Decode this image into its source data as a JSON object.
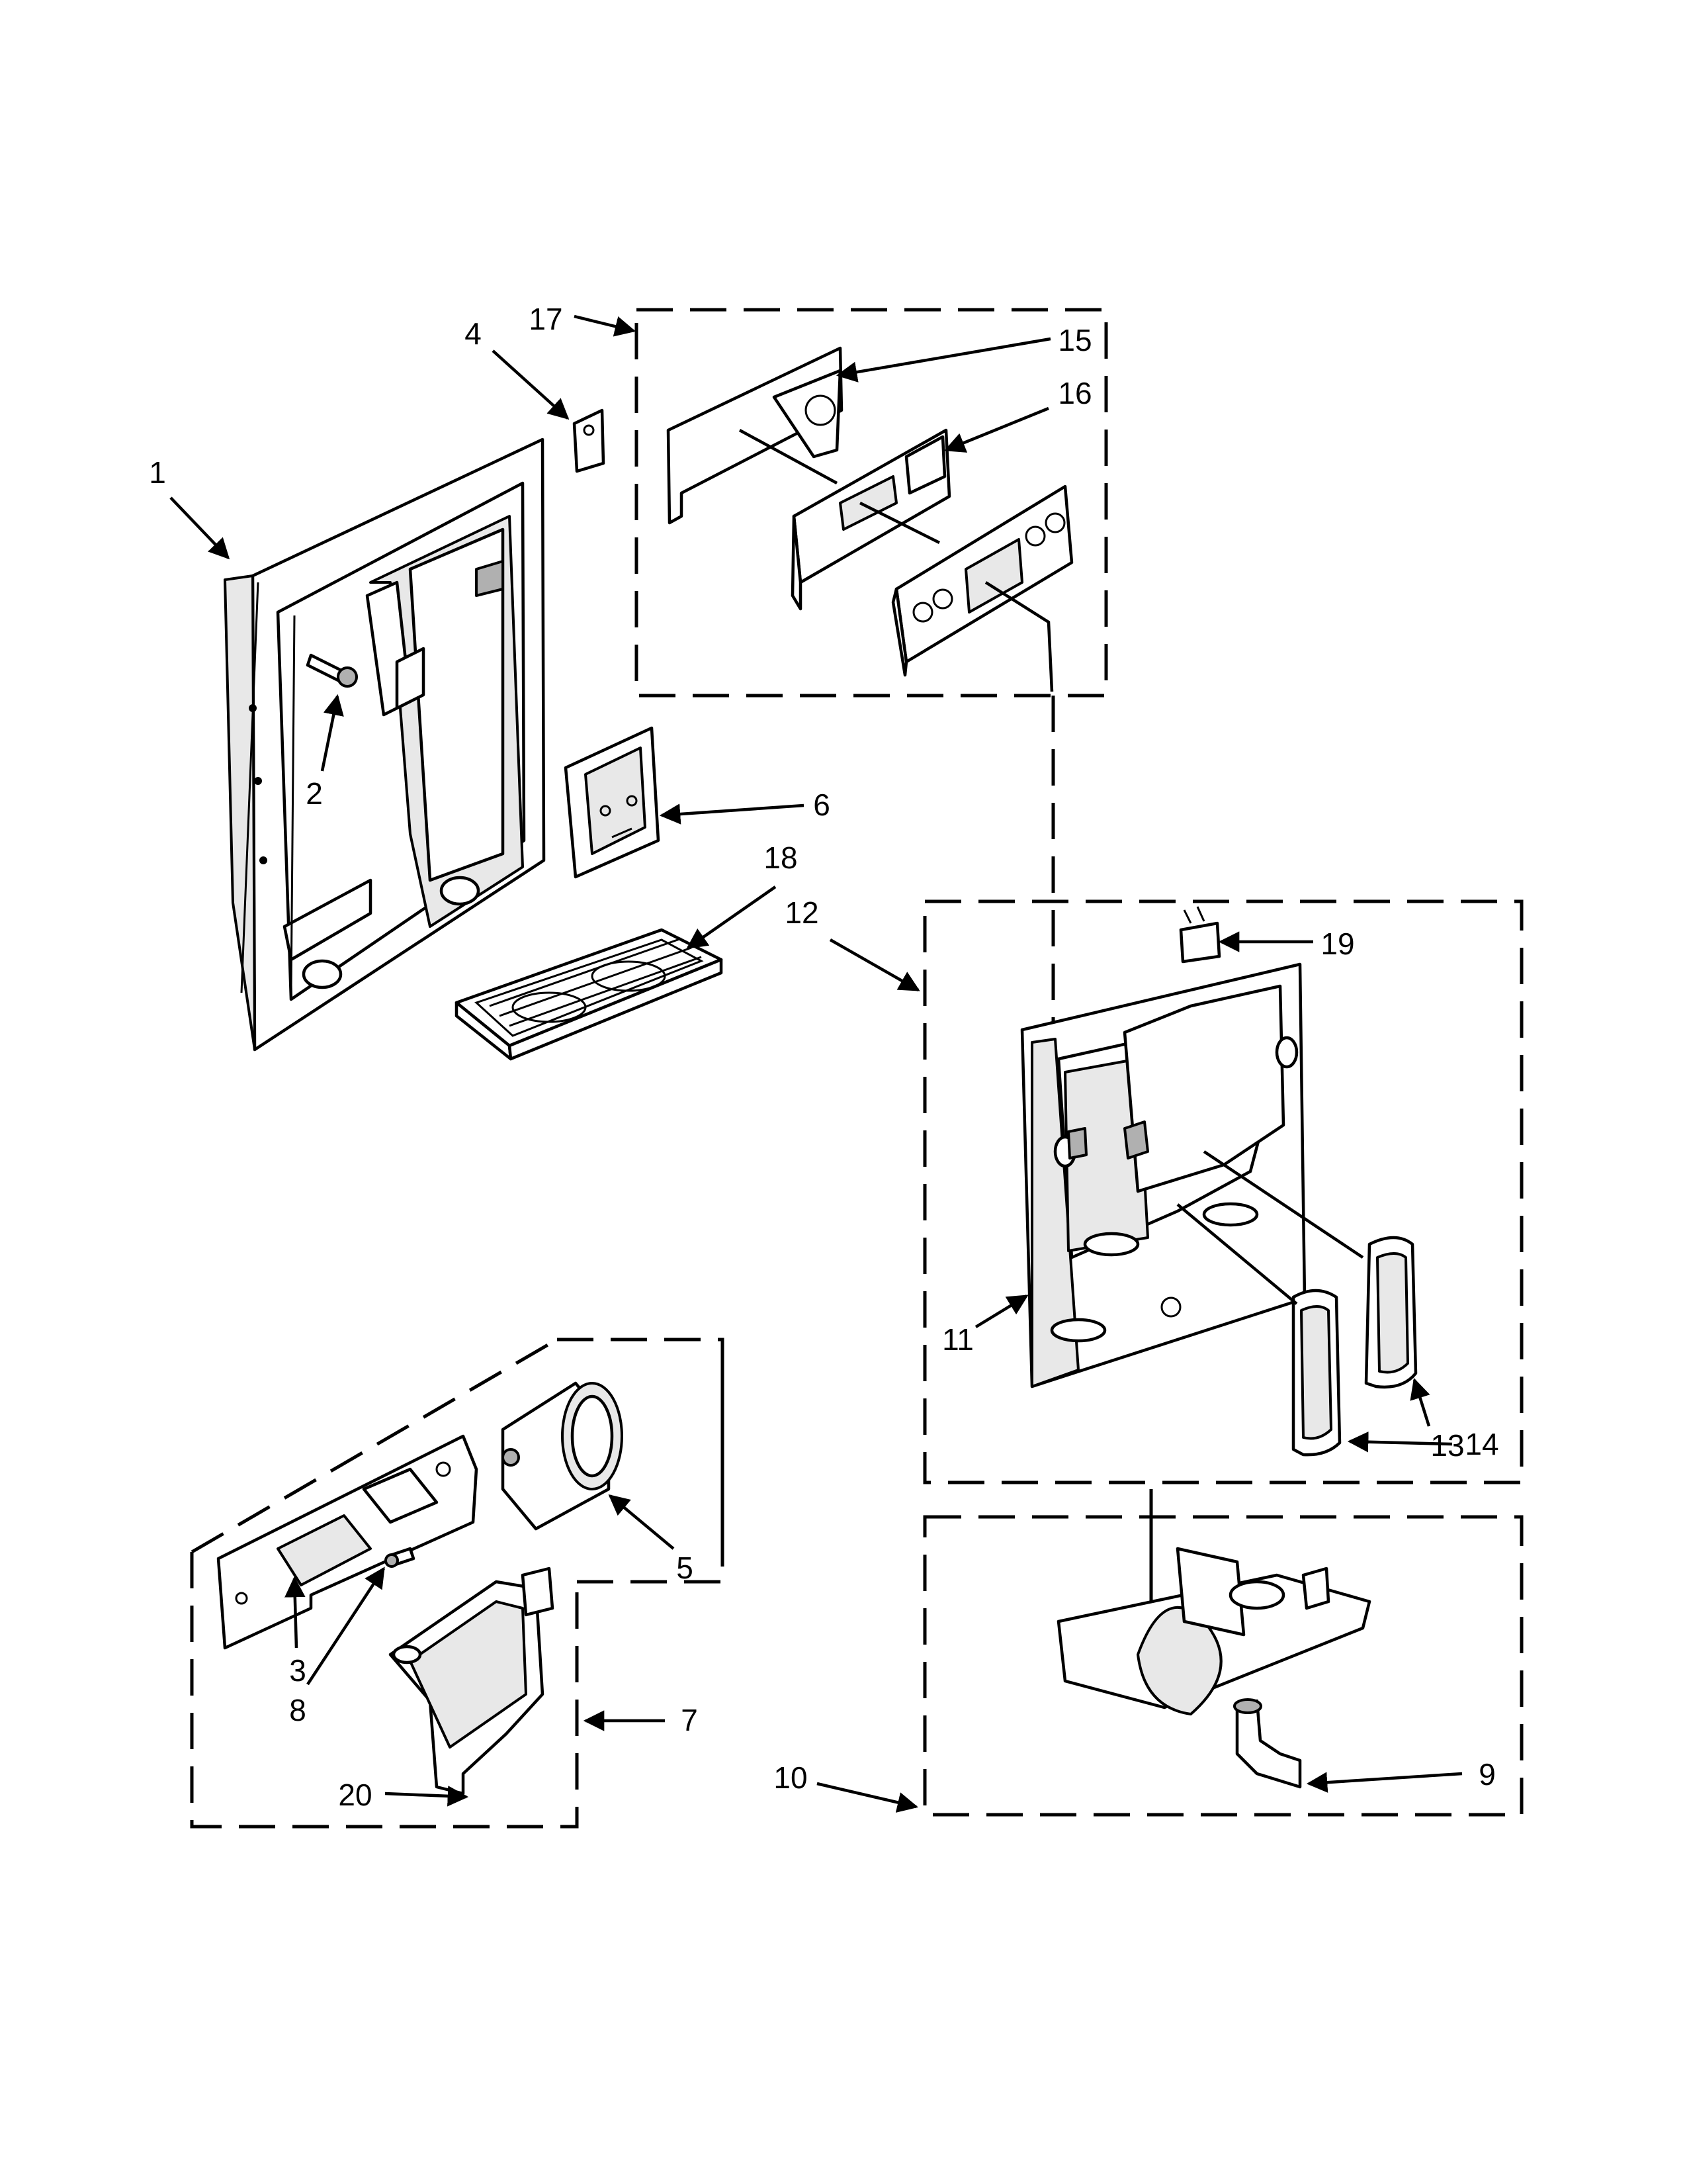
{
  "diagram": {
    "type": "exploded-parts-view",
    "callouts": {
      "c1": "1",
      "c2": "2",
      "c3": "3",
      "c4": "4",
      "c5": "5",
      "c6": "6",
      "c7": "7",
      "c8": "8",
      "c9": "9",
      "c10": "10",
      "c11": "11",
      "c12": "12",
      "c13": "13",
      "c14": "14",
      "c15": "15",
      "c16": "16",
      "c17": "17",
      "c18": "18",
      "c19": "19",
      "c20": "20"
    }
  }
}
